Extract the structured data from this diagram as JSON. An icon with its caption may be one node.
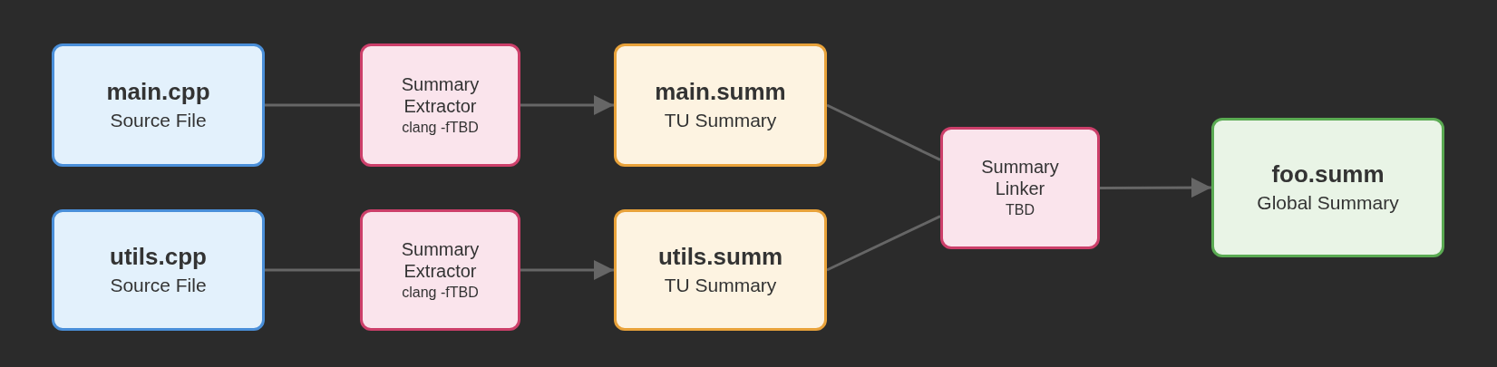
{
  "diagram": {
    "nodes": [
      {
        "text": [
          "main.cpp",
          "Source File"
        ]
      },
      {
        "text": [
          "Summary Extractor",
          "clang -fTBD"
        ]
      },
      {
        "text": [
          "main.summ",
          "TU Summary"
        ]
      },
      {
        "text": [
          "utils.cpp",
          "Source File"
        ]
      },
      {
        "text": [
          "Summary Extractor",
          "clang -fTBD"
        ]
      },
      {
        "text": [
          "utils.summ",
          "TU Summary"
        ]
      },
      {
        "text": [
          "Summary Linker",
          "TBD"
        ]
      },
      {
        "text": [
          "foo.summ",
          "Global Summary"
        ]
      }
    ],
    "edges": [
      {
        "from": 0,
        "to": 1,
        "arrow": "none"
      },
      {
        "from": 1,
        "to": 2,
        "arrow": "to"
      },
      {
        "from": 3,
        "to": 4,
        "arrow": "none"
      },
      {
        "from": 4,
        "to": 5,
        "arrow": "to"
      },
      {
        "from": 2,
        "to": 6,
        "arrow": "none"
      },
      {
        "from": 5,
        "to": 6,
        "arrow": "none"
      },
      {
        "from": 6,
        "to": 7,
        "arrow": "to"
      }
    ]
  }
}
